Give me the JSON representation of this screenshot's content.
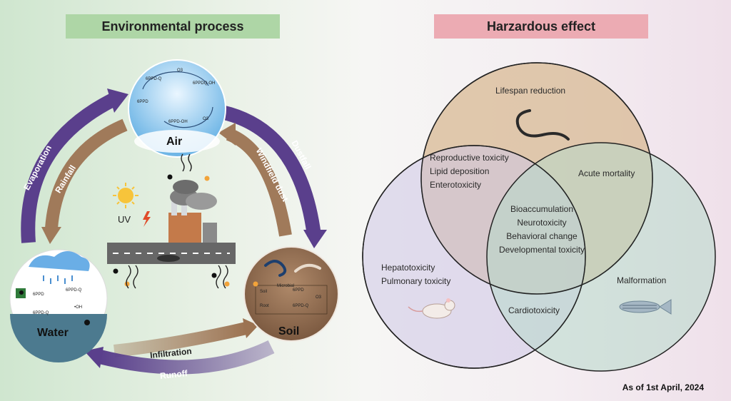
{
  "environmental": {
    "title": "Environmental process",
    "nodes": {
      "air": "Air",
      "water": "Water",
      "soil": "Soil"
    },
    "arrows": {
      "evaporation": "Evaporation",
      "rainfall": "Rainfall",
      "dustfall": "Dustfall",
      "windfield_dust": "Windfield dust",
      "infiltration": "Infiltration",
      "runoff": "Runoff"
    },
    "uv_label": "UV",
    "air_chem": [
      "6PPD-Q",
      "O3",
      "6PPDQ-OH",
      "6PPD-OH",
      "6PPD",
      "O3"
    ],
    "water_chem": [
      "6PPD",
      "6PPD-Q",
      "6PPD-Q",
      "•OH"
    ],
    "soil_chem": [
      "6PPD",
      "Microbial",
      "6PPD-Q",
      "O3",
      "Soil",
      "Root"
    ]
  },
  "hazard": {
    "title": "Harzardous effect",
    "lifespan": "Lifespan reduction",
    "overlap_top_left": [
      "Reproductive toxicity",
      "Lipid deposition",
      "Enterotoxicity"
    ],
    "acute": "Acute mortality",
    "center": [
      "Bioaccumulation",
      "Neurotoxicity",
      "Behavioral change",
      "Developmental toxicity"
    ],
    "left": [
      "Hepatotoxicity",
      "Pulmonary toxicity"
    ],
    "malformation": "Malformation",
    "cardio": "Cardiotoxicity"
  },
  "date_note": "As of 1st April, 2024",
  "colors": {
    "circle_worm": "#d9bb98",
    "circle_mouse": "#cfc8e6",
    "circle_fish": "#b8d9cc",
    "arrow_purple": "#5a3f8c",
    "arrow_brown": "#9c7352"
  }
}
